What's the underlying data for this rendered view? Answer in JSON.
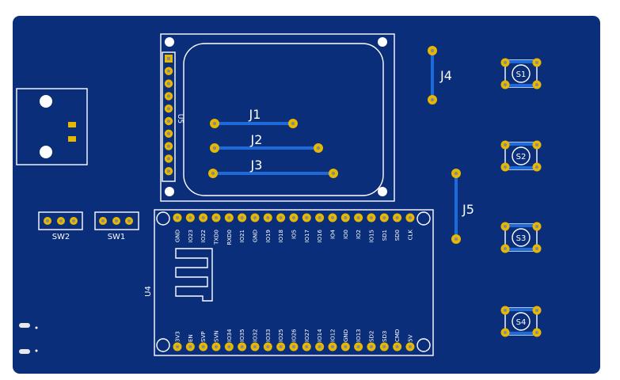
{
  "board": {
    "colors": {
      "board": "#0b2e7a",
      "trace": "#1e6ad8",
      "pad": "#e6b800",
      "silk": "#ffffff"
    }
  },
  "refs": {
    "j1": "J1",
    "j2": "J2",
    "j3": "J3",
    "j4": "J4",
    "j5": "J5",
    "u4": "U4",
    "u5": "U5",
    "sw1": "SW1",
    "sw2": "SW2",
    "s1": "S1",
    "s2": "S2",
    "s3": "S3",
    "s4": "S4"
  },
  "u4": {
    "top_pins": [
      "GND",
      "IO23",
      "IO22",
      "TXD0",
      "RXD0",
      "IO21",
      "GND",
      "IO19",
      "IO18",
      "IO5",
      "IO17",
      "IO16",
      "IO4",
      "IO0",
      "IO2",
      "IO15",
      "SD1",
      "SD0",
      "CLK"
    ],
    "bottom_pins": [
      "3V3",
      "EN",
      "SVP",
      "SVN",
      "IO34",
      "IO35",
      "IO32",
      "IO33",
      "IO25",
      "IO26",
      "IO27",
      "IO14",
      "IO12",
      "GND",
      "IO13",
      "SD2",
      "SD3",
      "CMD",
      "5V"
    ]
  }
}
